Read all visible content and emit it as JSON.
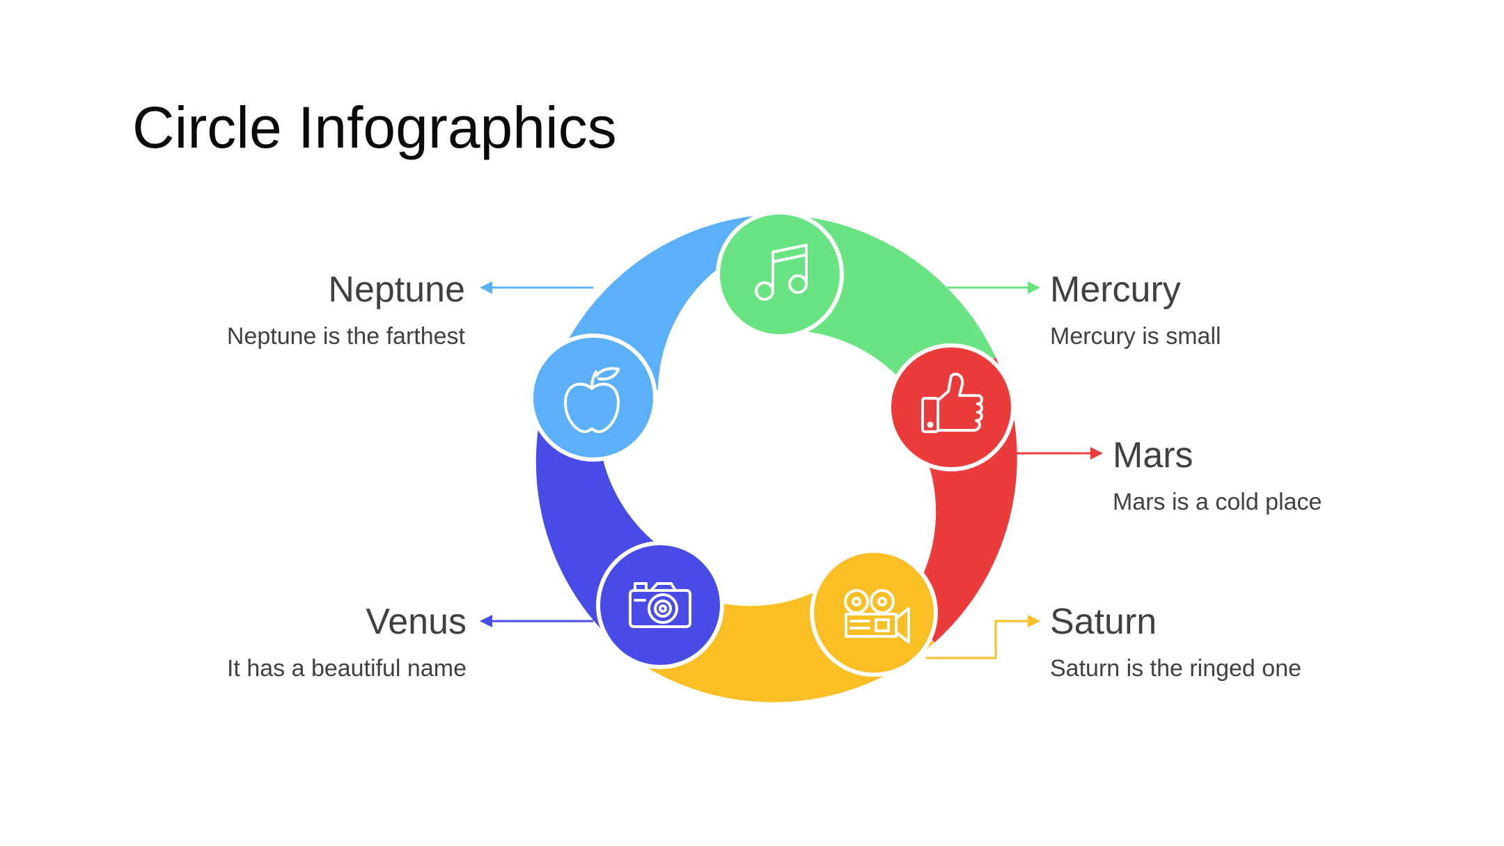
{
  "title": "Circle Infographics",
  "colors": {
    "neptune": "#5CB0F9",
    "mercury": "#6AE383",
    "mars": "#EC3B3B",
    "saturn": "#FBBF26",
    "venus": "#494BE6"
  },
  "items": {
    "neptune": {
      "title": "Neptune",
      "text": "Neptune is the farthest",
      "icon": "apple-icon"
    },
    "mercury": {
      "title": "Mercury",
      "text": "Mercury is small",
      "icon": "music-note-icon"
    },
    "mars": {
      "title": "Mars",
      "text": "Mars is a cold place",
      "icon": "thumbs-up-icon"
    },
    "saturn": {
      "title": "Saturn",
      "text": "Saturn is the ringed one",
      "icon": "film-projector-icon"
    },
    "venus": {
      "title": "Venus",
      "text": "It has a beautiful name",
      "icon": "camera-icon"
    }
  }
}
